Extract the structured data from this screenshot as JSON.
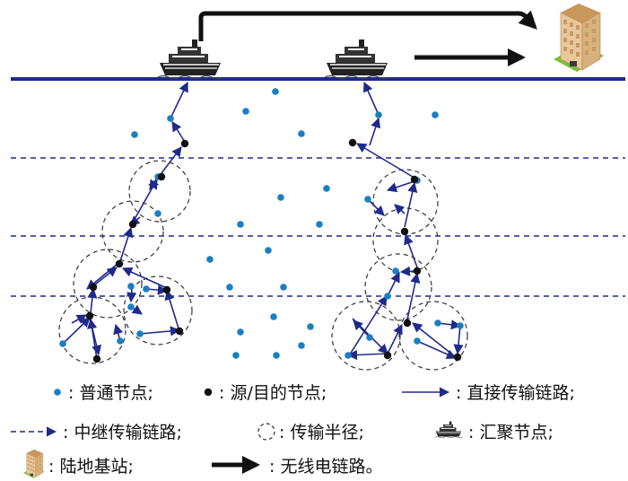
{
  "colors": {
    "navy": "#1f2a8a",
    "node_blue": "#1a7fc2",
    "node_black": "#111111",
    "dashed_gray": "#333333"
  },
  "icons": {
    "ship": "ship-icon",
    "building": "building-icon"
  },
  "legend": {
    "row1": {
      "normal_node": ": 普通节点;",
      "endpoint_node": ": 源/目的节点;",
      "direct_link": ": 直接传输链路;"
    },
    "row2": {
      "relay_link": ": 中继传输链路;",
      "radius": ": 传输半径;",
      "sink": ": 汇聚节点;"
    },
    "row3": {
      "base_station": ": 陆地基站;",
      "radio_link": ": 无线电链路。"
    }
  }
}
